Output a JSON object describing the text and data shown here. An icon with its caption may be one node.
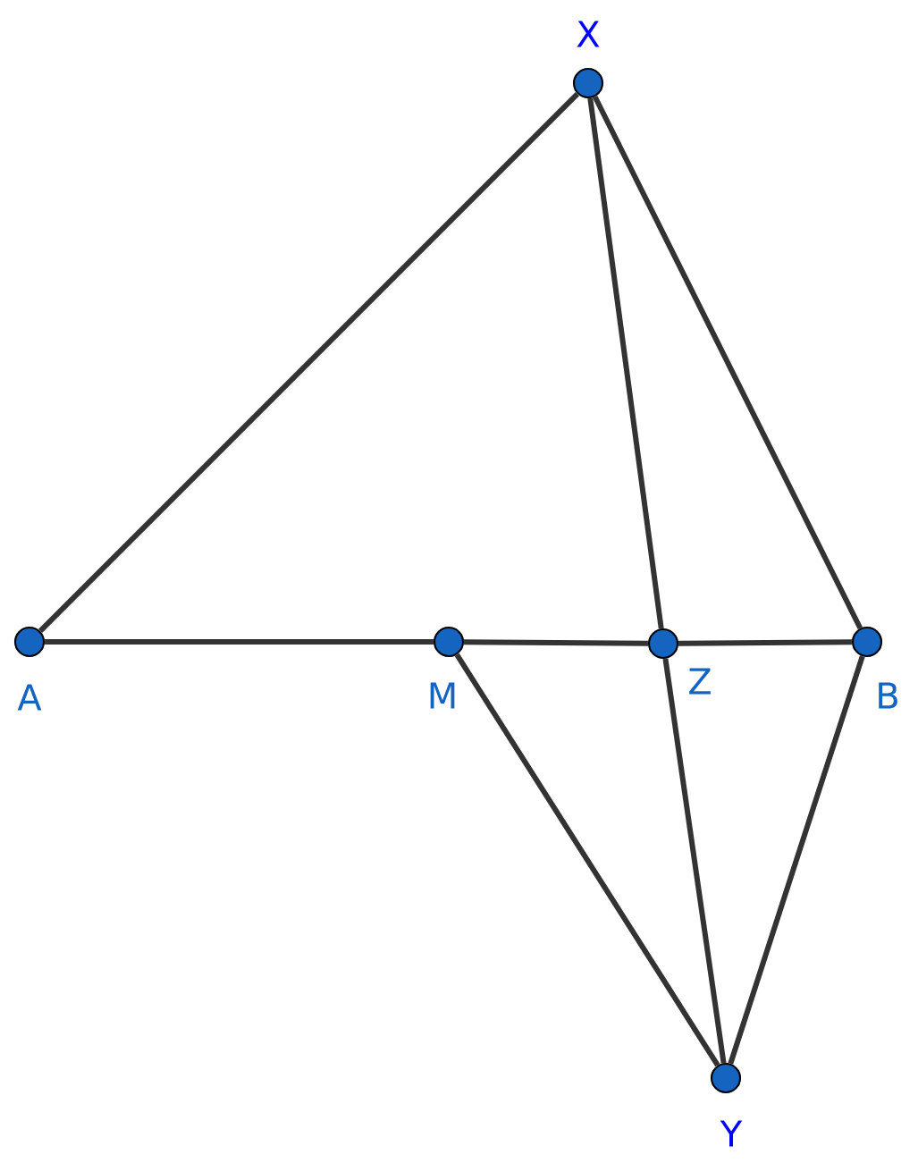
{
  "diagram": {
    "nodes": [
      {
        "text": [],
        "shape": "circle",
        "beside": [
          "X"
        ]
      },
      {
        "text": [],
        "shape": "circle",
        "beside": [
          "A"
        ]
      },
      {
        "text": [],
        "shape": "circle",
        "beside": [
          "M"
        ]
      },
      {
        "text": [],
        "shape": "circle",
        "beside": [
          "Z"
        ]
      },
      {
        "text": [],
        "shape": "circle",
        "beside": [
          "B"
        ]
      },
      {
        "text": [],
        "shape": "circle",
        "beside": [
          "Y"
        ]
      }
    ],
    "edges": [
      {
        "from": 1,
        "to": 0,
        "arrow": "none"
      },
      {
        "from": 0,
        "to": 3,
        "arrow": "none"
      },
      {
        "from": 0,
        "to": 4,
        "arrow": "none"
      },
      {
        "from": 1,
        "to": 2,
        "arrow": "none"
      },
      {
        "from": 2,
        "to": 3,
        "arrow": "none"
      },
      {
        "from": 3,
        "to": 4,
        "arrow": "none"
      },
      {
        "from": 2,
        "to": 5,
        "arrow": "none"
      },
      {
        "from": 3,
        "to": 5,
        "arrow": "none"
      },
      {
        "from": 4,
        "to": 5,
        "arrow": "none"
      }
    ]
  }
}
